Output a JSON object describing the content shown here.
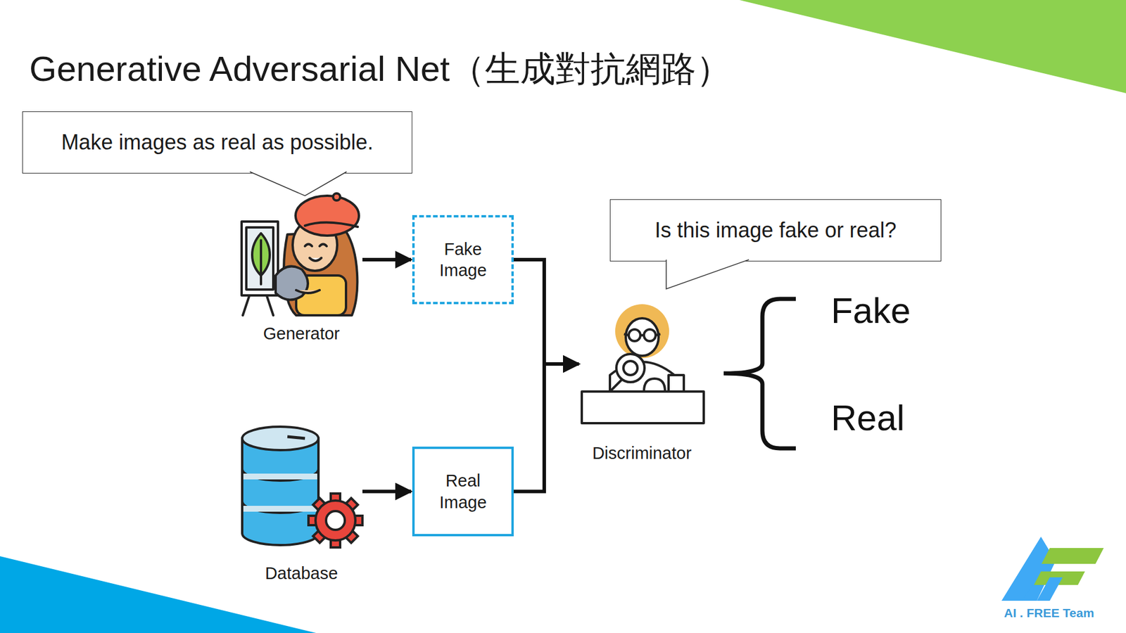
{
  "diagram": {
    "title": "Generative Adversarial Net（生成對抗網路）",
    "nodes": [
      {
        "text": [
          "Make images as real as possible."
        ]
      },
      {
        "text": [
          "Generator"
        ]
      },
      {
        "text": [
          "Fake Image"
        ]
      },
      {
        "text": [
          "Is this image fake or real?"
        ]
      },
      {
        "text": [
          "Discriminator"
        ]
      },
      {
        "text": [
          "Database"
        ]
      },
      {
        "text": [
          "Real Image"
        ]
      }
    ],
    "edges": [
      {
        "from": 1,
        "to": 2,
        "arrow": "to"
      },
      {
        "from": 5,
        "to": 6,
        "arrow": "to"
      },
      {
        "from": 2,
        "to": 4,
        "arrow": "to"
      },
      {
        "from": 6,
        "to": 4,
        "arrow": "to"
      }
    ],
    "labels": [
      "Fake",
      "Real",
      "AI . FREE Team"
    ]
  }
}
